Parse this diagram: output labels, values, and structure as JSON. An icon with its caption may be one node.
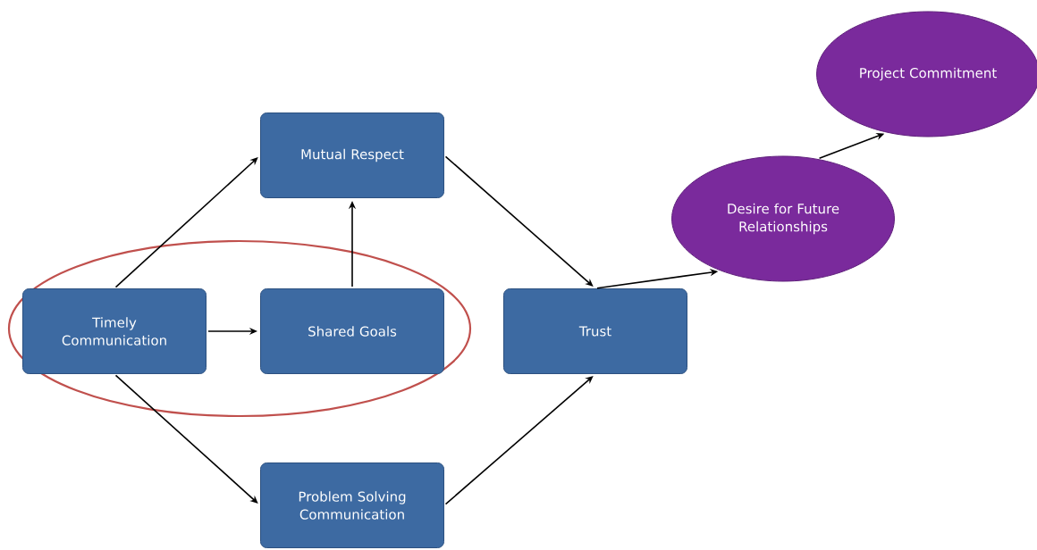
{
  "diagram": {
    "nodes": [
      {
        "text": [
          "Timely Communication"
        ]
      },
      {
        "text": [
          "Mutual Respect"
        ]
      },
      {
        "text": [
          "Shared Goals"
        ]
      },
      {
        "text": [
          "Problem Solving Communication"
        ]
      },
      {
        "text": [
          "Trust"
        ]
      },
      {
        "text": [
          "Desire for Future Relationships"
        ]
      },
      {
        "text": [
          "Project Commitment"
        ]
      }
    ],
    "edges": [
      {
        "from": 0,
        "to": 1,
        "arrow": "to"
      },
      {
        "from": 0,
        "to": 2,
        "arrow": "to"
      },
      {
        "from": 2,
        "to": 1,
        "arrow": "to"
      },
      {
        "from": 0,
        "to": 3,
        "arrow": "to"
      },
      {
        "from": 1,
        "to": 4,
        "arrow": "to"
      },
      {
        "from": 3,
        "to": 4,
        "arrow": "to"
      },
      {
        "from": 4,
        "to": 5,
        "arrow": "to"
      },
      {
        "from": 5,
        "to": 6,
        "arrow": "to"
      }
    ]
  }
}
